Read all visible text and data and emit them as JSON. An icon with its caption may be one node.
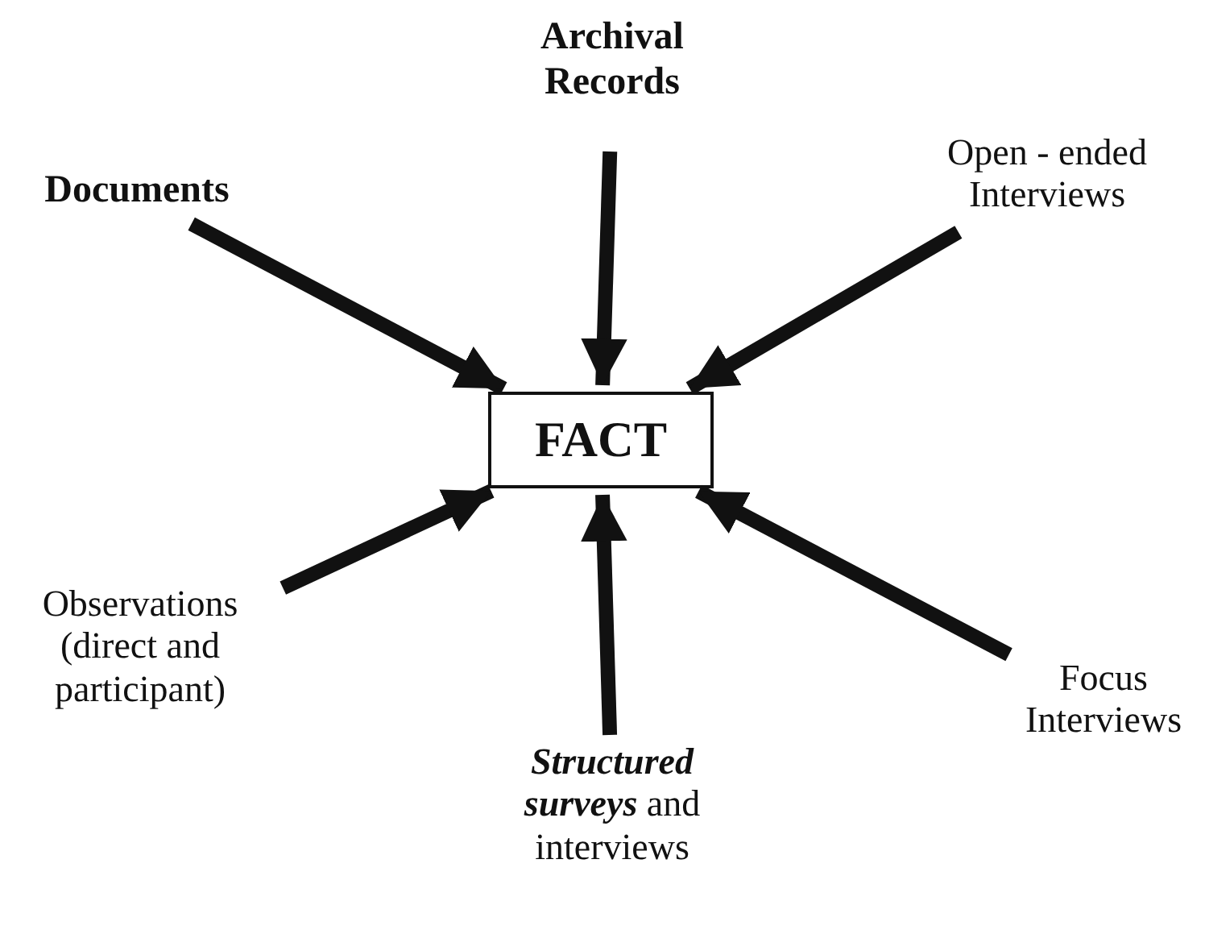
{
  "diagram": {
    "nodes": [
      {
        "text": [
          "Archival Records"
        ]
      },
      {
        "text": [
          "Documents"
        ]
      },
      {
        "text": [
          "Open - ended Interviews"
        ]
      },
      {
        "text": [
          "FACT"
        ]
      },
      {
        "text": [
          "Observations (direct and participant)"
        ]
      },
      {
        "text": [
          "Focus Interviews"
        ]
      },
      {
        "text": [
          "*Structured surveys* and interviews"
        ]
      }
    ],
    "edges": [
      {
        "from": 0,
        "to": 3,
        "arrow": "to"
      },
      {
        "from": 1,
        "to": 3,
        "arrow": "to"
      },
      {
        "from": 2,
        "to": 3,
        "arrow": "to"
      },
      {
        "from": 4,
        "to": 3,
        "arrow": "to"
      },
      {
        "from": 5,
        "to": 3,
        "arrow": "to"
      },
      {
        "from": 6,
        "to": 3,
        "arrow": "to"
      }
    ]
  }
}
